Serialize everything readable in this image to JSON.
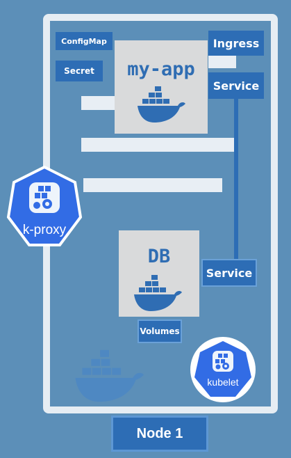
{
  "pods": {
    "app": {
      "title": "my-app"
    },
    "db": {
      "title": "DB"
    }
  },
  "config": {
    "configmap": "ConfigMap",
    "secret": "Secret"
  },
  "network": {
    "ingress": "Ingress",
    "service_app": "Service",
    "service_db": "Service"
  },
  "storage": {
    "volumes": "Volumes"
  },
  "components": {
    "kproxy": "k-proxy",
    "kubelet": "kubelet"
  },
  "node": {
    "label": "Node 1"
  },
  "colors": {
    "background": "#5c8fb8",
    "frame": "#e6edf3",
    "accent_blue": "#2d6db5",
    "pod_gray": "#d9dadb",
    "k8s_blue": "#326ce5"
  },
  "icons": [
    "docker-whale-icon",
    "kubernetes-cubes-gear-icon"
  ]
}
